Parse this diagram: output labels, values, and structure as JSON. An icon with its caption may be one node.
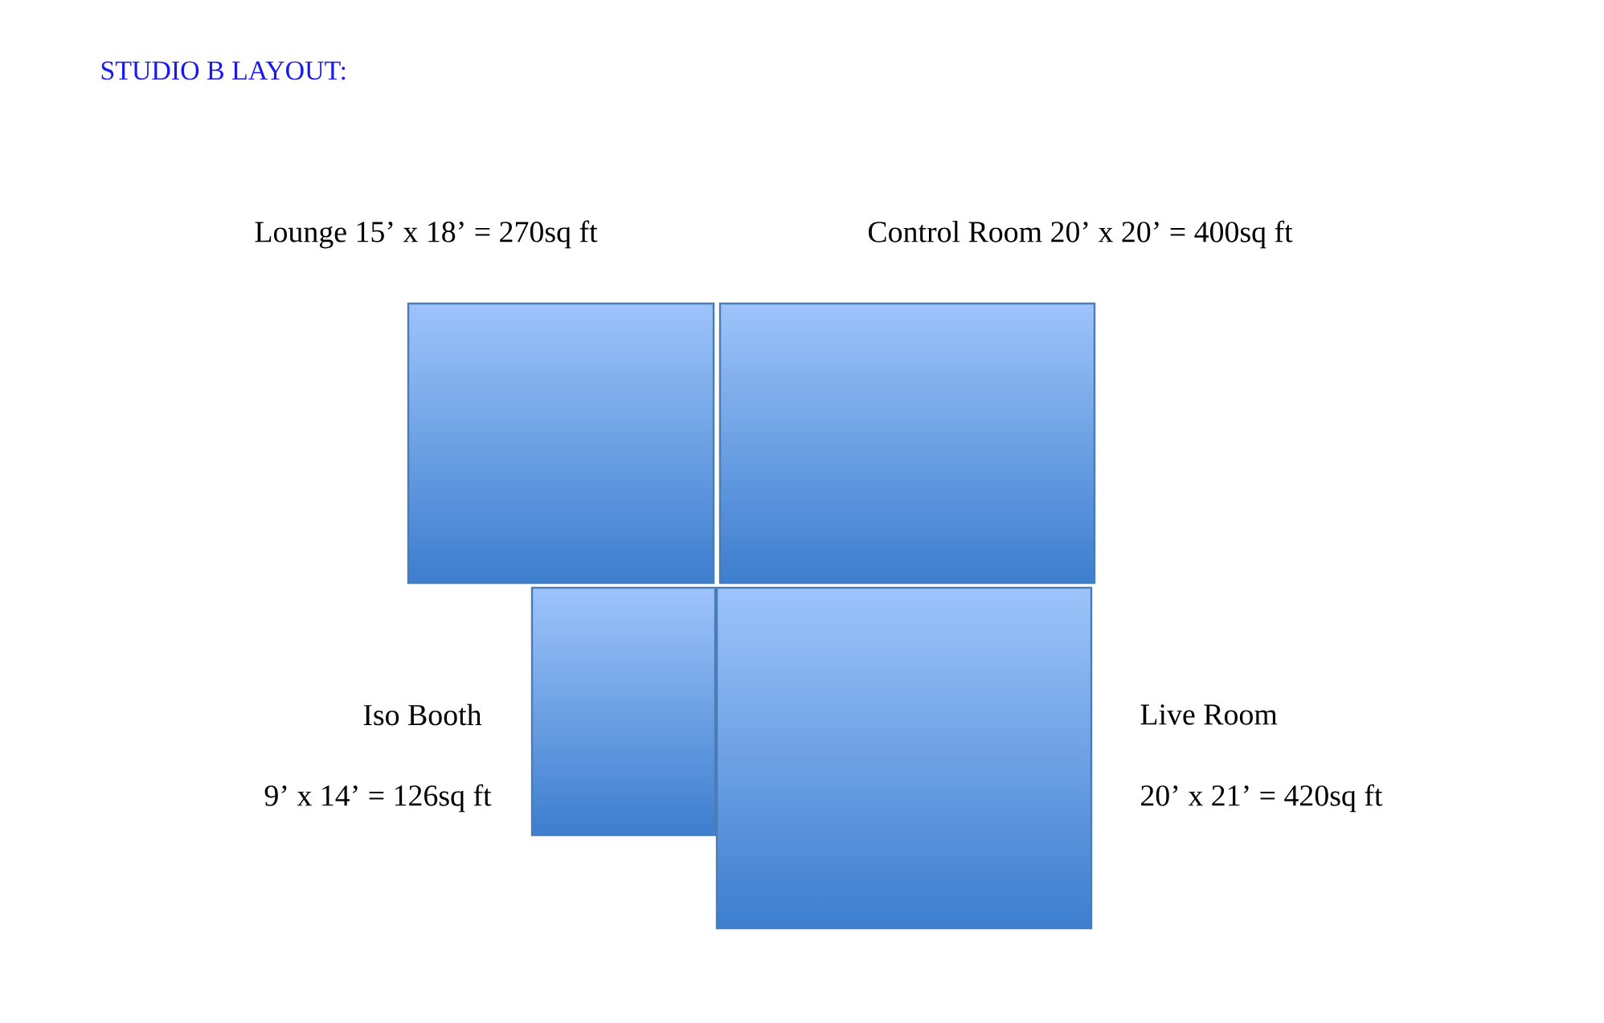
{
  "diagram": {
    "title": "STUDIO B LAYOUT:",
    "nodes": [
      {
        "text": [
          "Lounge 15’ x 18’ = 270sq ft"
        ]
      },
      {
        "text": [
          "Control Room 20’ x 20’ = 400sq ft"
        ]
      },
      {
        "text": [
          "Iso Booth",
          "9’ x 14’ = 126sq ft"
        ]
      },
      {
        "text": [
          "Live Room",
          "20’ x 21’ = 420sq ft"
        ]
      }
    ]
  }
}
